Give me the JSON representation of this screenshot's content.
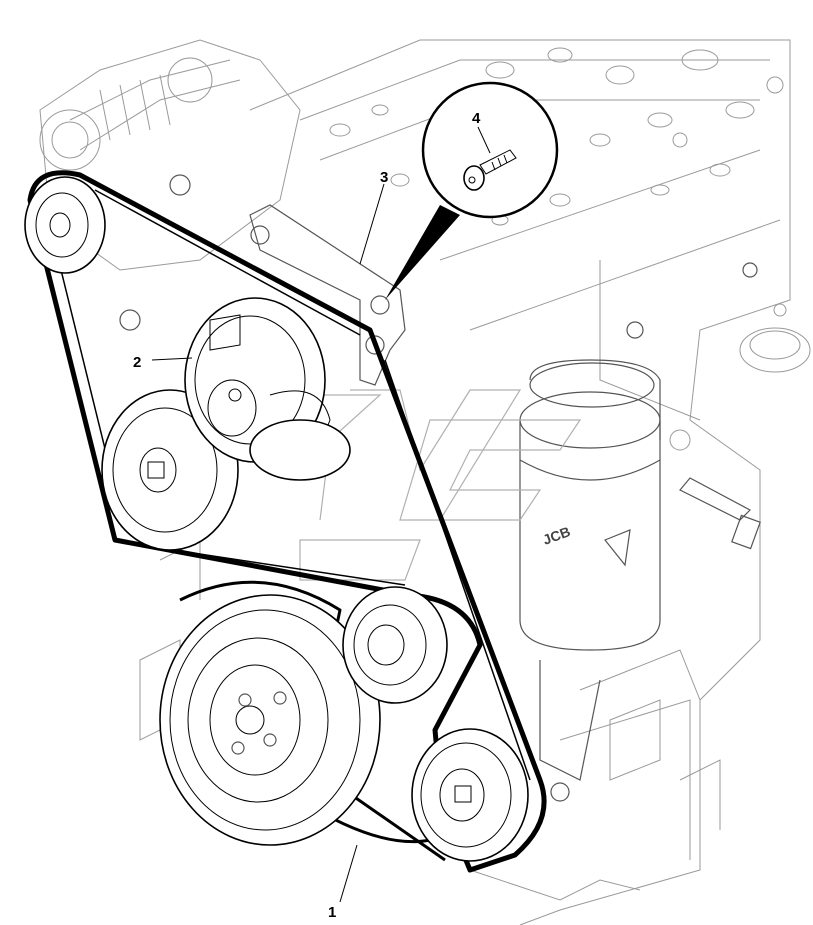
{
  "diagram": {
    "callouts": [
      {
        "id": "belt",
        "label": "1"
      },
      {
        "id": "tensioner",
        "label": "2"
      },
      {
        "id": "bracket",
        "label": "3"
      },
      {
        "id": "bolt",
        "label": "4"
      }
    ],
    "watermark": "JCB"
  }
}
